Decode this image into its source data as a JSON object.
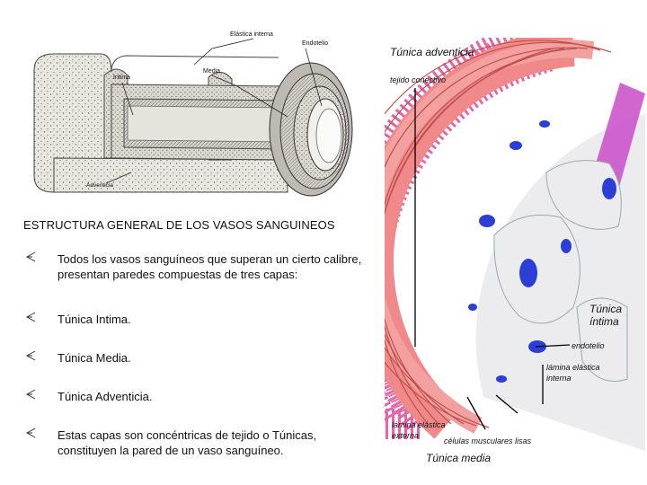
{
  "title": "ESTRUCTURA GENERAL DE LOS VASOS SANGUINEOS",
  "bullets": [
    "Todos los vasos sanguíneos que superan un cierto calibre, presentan paredes compuestas de tres capas:",
    "Túnica Intima.",
    "Túnica Media.",
    "Túnica Adventicia.",
    "Estas capas son concéntricas de tejido o Túnicas, constituyen la pared de un vaso sanguíneo."
  ],
  "left_diagram": {
    "labels": {
      "elastica_interna": "Elástica interna",
      "endotelio": "Endotelio",
      "media": "Media",
      "intima": "Intima",
      "adventicia": "Adventicia"
    }
  },
  "right_diagram": {
    "labels": {
      "tunica_adventicia": "Túnica adventicia",
      "tejido_conectivo": "tejido conectivo",
      "tunica_intima_1": "Túnica",
      "tunica_intima_2": "íntima",
      "endotelio": "endotelio",
      "lamina_elastica_interna_1": "lámina elástica",
      "lamina_elastica_interna_2": "interna",
      "lamina_elastica_externa_1": "lámina elástica",
      "lamina_elastica_externa_2": "externa",
      "celulas_musculares_lisas": "células musculares lisas",
      "tunica_media": "Túnica media"
    }
  },
  "colors": {
    "adventicia_fiber": "#e2559a",
    "media_fill": "#f08a8a",
    "media_stroke": "#c0504d",
    "intima_band": "#cc55cc",
    "nucleus": "#2b3fd6",
    "cell_fill": "#ececef",
    "text": "#111111"
  }
}
